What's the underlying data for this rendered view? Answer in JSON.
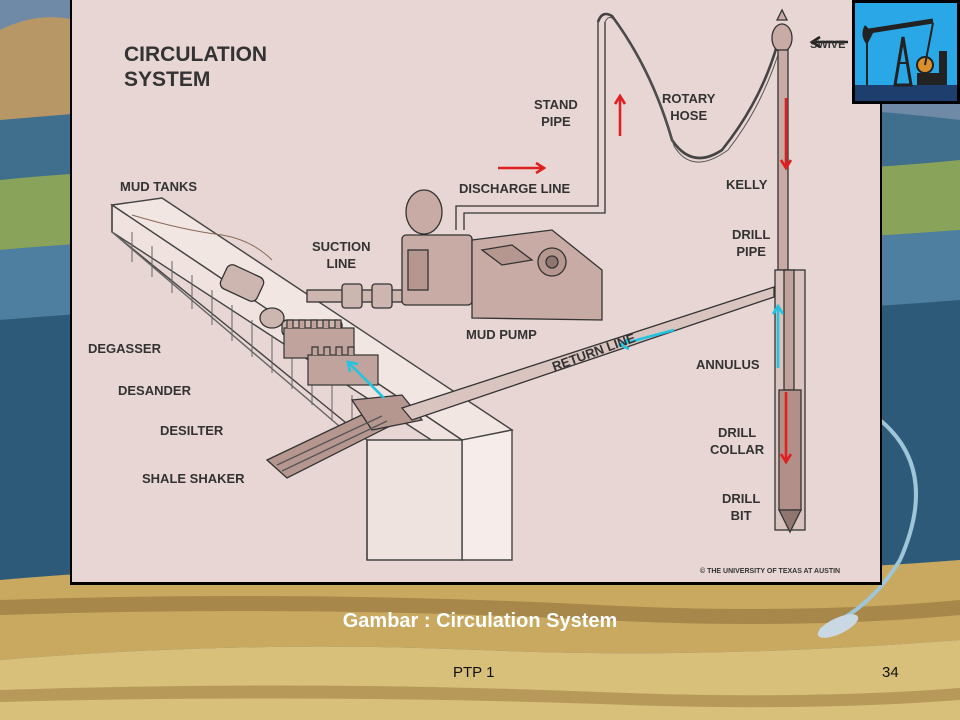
{
  "diagram": {
    "title": "CIRCULATION\nSYSTEM",
    "labels": {
      "stand_pipe": "STAND\nPIPE",
      "rotary_hose": "ROTARY\nHOSE",
      "swivel": "SWIVE",
      "kelly": "KELLY",
      "drill_pipe": "DRILL\nPIPE",
      "annulus": "ANNULUS",
      "drill_collar": "DRILL\nCOLLAR",
      "drill_bit": "DRILL\nBIT",
      "mud_tanks": "MUD TANKS",
      "discharge_line": "DISCHARGE LINE",
      "suction_line": "SUCTION\nLINE",
      "mud_pump": "MUD PUMP",
      "return_line": "RETURN LINE",
      "degasser": "DEGASSER",
      "desander": "DESANDER",
      "desilter": "DESILTER",
      "shale_shaker": "SHALE SHAKER"
    },
    "copyright": "© THE UNIVERSITY OF TEXAS AT AUSTIN",
    "colors": {
      "flow_down": "#e02020",
      "flow_up": "#22c4e0"
    }
  },
  "caption": "Gambar : Circulation System",
  "footer": {
    "left": "PTP 1",
    "page_number": "34"
  }
}
